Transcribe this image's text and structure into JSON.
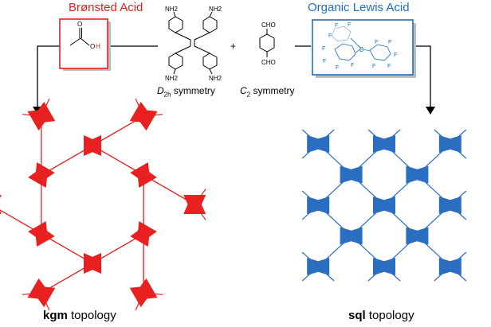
{
  "acids": {
    "bronsted": {
      "title": "Brønsted Acid",
      "color": "#e02020",
      "oh_label": "OH",
      "oh_o": "O",
      "oh_h": "H"
    },
    "lewis": {
      "title": "Organic Lewis Acid",
      "color": "#1e6fc0",
      "boron_label": "B",
      "fluorine_label": "F"
    }
  },
  "monomers": {
    "amine_label": "NH2",
    "aldehyde_label": "CHO",
    "plus": "+",
    "d2h": {
      "letter": "D",
      "sub": "2h",
      "word": "symmetry"
    },
    "c2": {
      "letter": "C",
      "sub": "2",
      "word": "symmetry"
    }
  },
  "topologies": {
    "kgm": {
      "bold": "kgm",
      "rest": " topology",
      "color": "#e82020"
    },
    "sql": {
      "bold": "sql",
      "rest": " topology",
      "color": "#2a6ec2"
    }
  }
}
